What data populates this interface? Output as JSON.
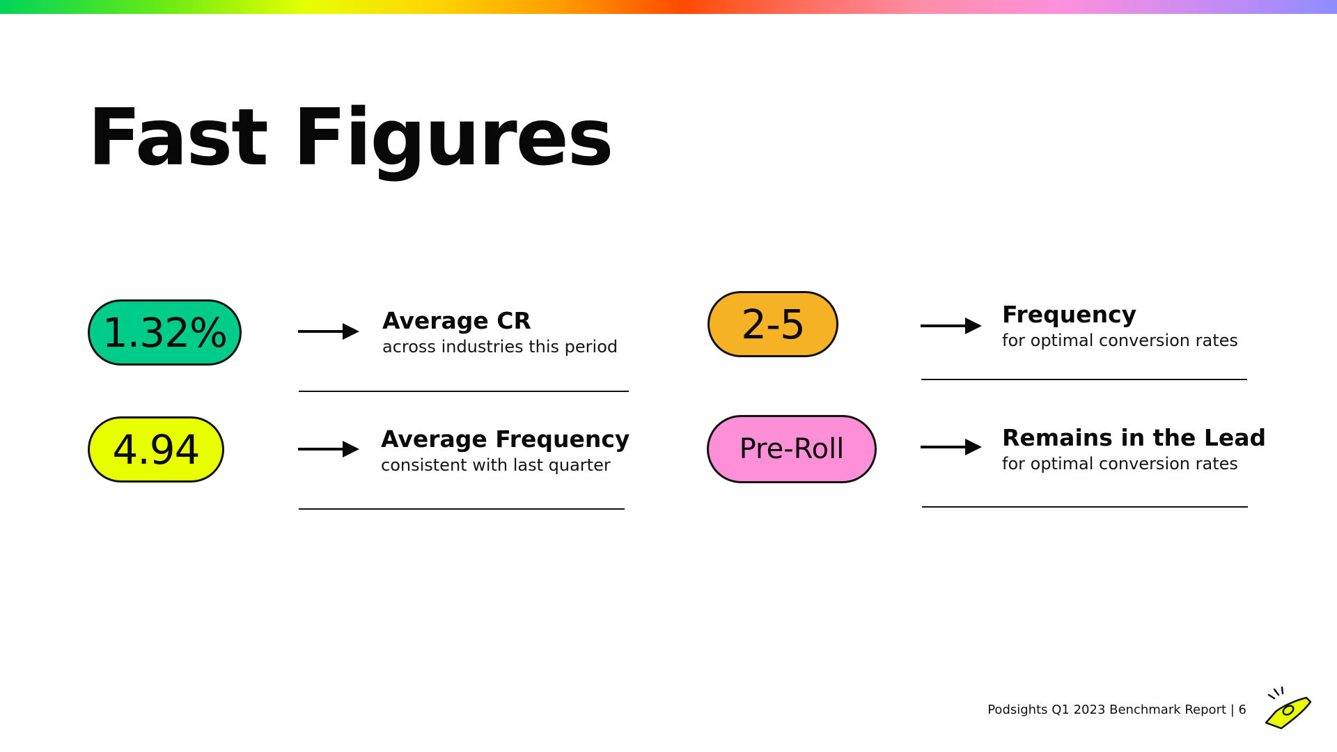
{
  "page": {
    "title": "Fast Figures",
    "footer": "Podsights Q1 2023 Benchmark Report | 6"
  },
  "figures": [
    {
      "value": "1.32%",
      "heading": "Average CR",
      "subtext": "across industries this period",
      "pill_color": "#00cc8a"
    },
    {
      "value": "4.94",
      "heading": "Average Frequency",
      "subtext": "consistent with last quarter",
      "pill_color": "#e8ff00"
    },
    {
      "value": "2-5",
      "heading": "Frequency",
      "subtext": "for optimal conversion rates",
      "pill_color": "#f5b225"
    },
    {
      "value": "Pre-Roll",
      "heading": "Remains in the Lead",
      "subtext": "for optimal conversion rates",
      "pill_color": "#ff90d8"
    }
  ],
  "icons": {
    "arrow": "right-arrow-icon",
    "logo": "kazoo-logo-icon"
  },
  "brand_colors": {
    "logo_yellow": "#e8ff00",
    "ink": "#0a0a0a"
  }
}
